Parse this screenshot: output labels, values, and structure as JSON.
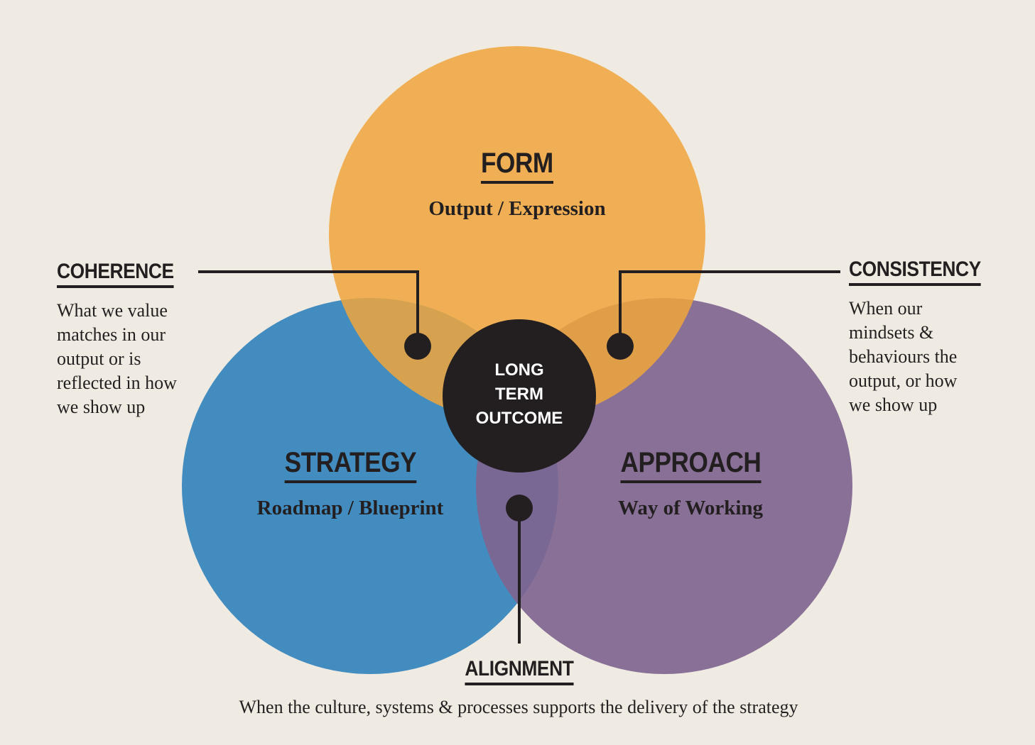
{
  "colors": {
    "background": "#f0ebe2",
    "form": "#f0a53c",
    "strategy": "#3383bd",
    "approach": "#7f6590",
    "center": "#231f20"
  },
  "center": {
    "lines": [
      "LONG",
      "TERM",
      "OUTCOME"
    ]
  },
  "circles": {
    "form": {
      "title": "FORM",
      "subtitle": "Output / Expression"
    },
    "strategy": {
      "title": "STRATEGY",
      "subtitle": "Roadmap / Blueprint"
    },
    "approach": {
      "title": "APPROACH",
      "subtitle": "Way of Working"
    }
  },
  "callouts": {
    "coherence": {
      "title": "COHERENCE",
      "lines": [
        "What we value",
        "matches in our",
        "output or is",
        "reflected in how",
        "we show up"
      ]
    },
    "consistency": {
      "title": "CONSISTENCY",
      "lines": [
        "When our",
        "mindsets &",
        "behaviours the",
        "output, or how",
        "we show up"
      ]
    },
    "alignment": {
      "title": "ALIGNMENT",
      "text": "When the culture, systems & processes supports the delivery of the strategy"
    }
  }
}
